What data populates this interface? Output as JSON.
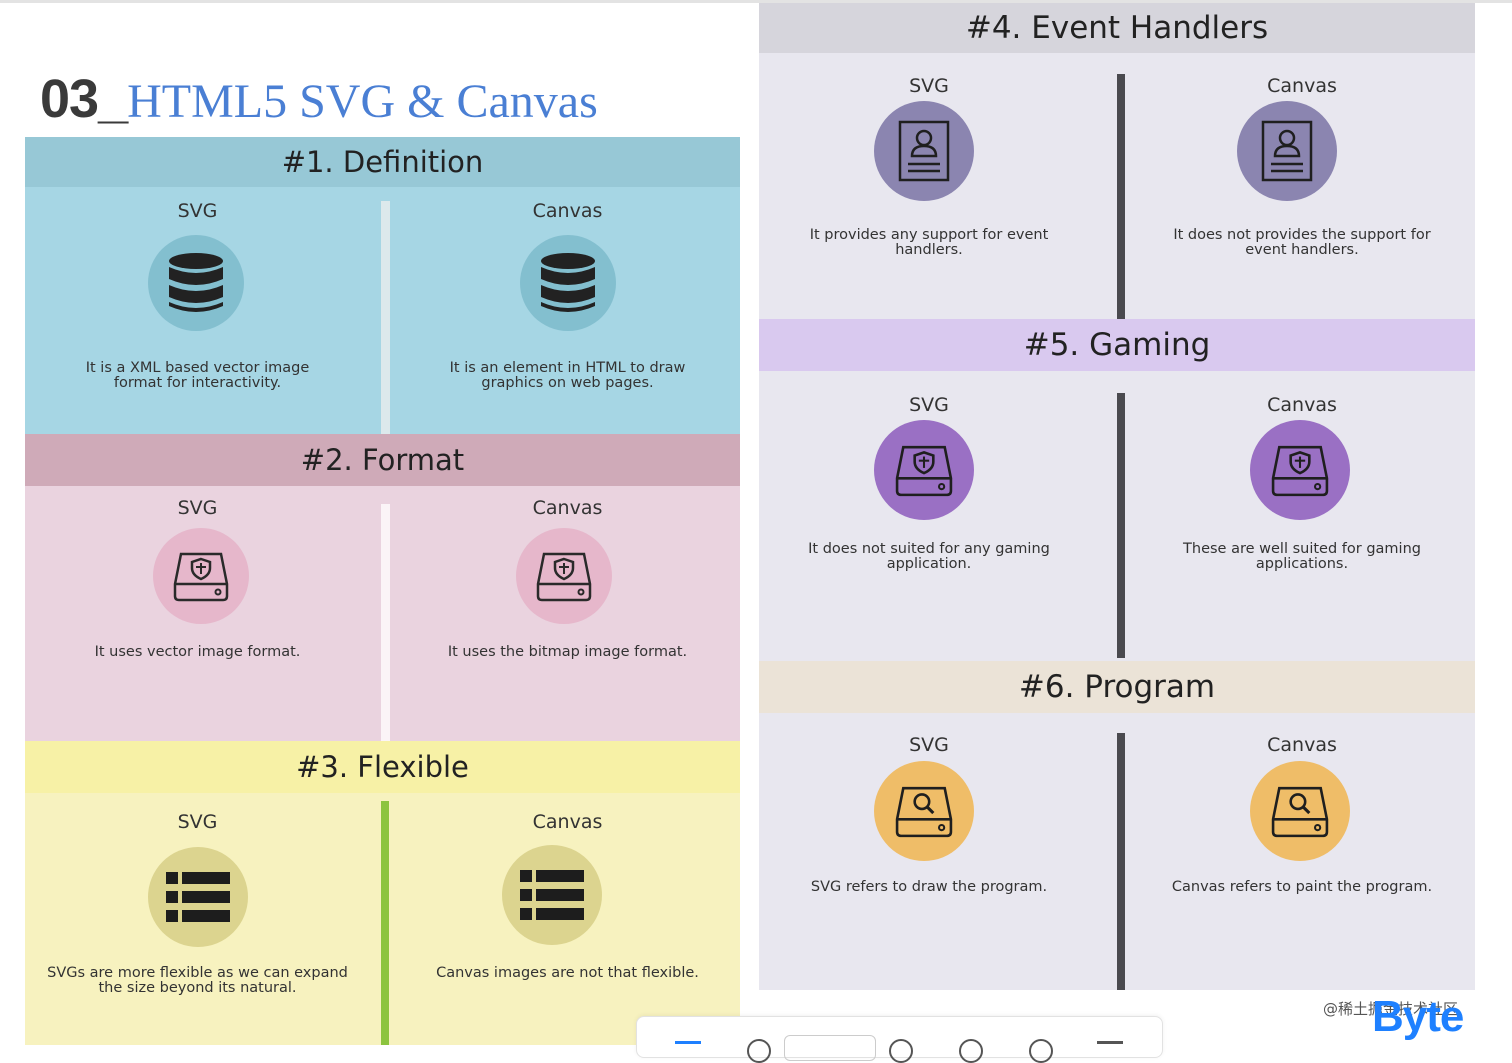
{
  "title": {
    "number": "03_",
    "text": "HTML5 SVG & Canvas"
  },
  "col_labels": {
    "left": "SVG",
    "right": "Canvas"
  },
  "sections": {
    "definition": {
      "heading": "#1. Definition",
      "svg_desc": "It is a XML based vector image format for interactivity.",
      "canvas_desc": "It is an element in HTML to draw graphics on web pages.",
      "icon": "database-icon",
      "bg": "#a6d6e4",
      "head_bg": "#97c8d6",
      "circle": "#83bfcf"
    },
    "format": {
      "heading": "#2. Format",
      "svg_desc": "It uses vector image format.",
      "canvas_desc": "It uses the bitmap image format.",
      "icon": "drive-shield-icon",
      "bg": "#ead3df",
      "head_bg": "#cfaab8",
      "circle": "#e6b7cb"
    },
    "flexible": {
      "heading": "#3. Flexible",
      "svg_desc": "SVGs are more flexible as we can expand the size beyond its natural.",
      "canvas_desc": "Canvas images are not that flexible.",
      "icon": "list-icon",
      "bg": "#f7f2bf",
      "head_bg": "#f7f1a6",
      "circle": "#dcd48f"
    },
    "event_handlers": {
      "heading": "#4. Event Handlers",
      "svg_desc": "It provides any support for event handlers.",
      "canvas_desc": "It does not provides the support for event handlers.",
      "icon": "user-card-icon",
      "bg": "#e8e7ef",
      "head_bg": "#d6d5dc",
      "circle": "#8b85b0"
    },
    "gaming": {
      "heading": "#5. Gaming",
      "svg_desc": "It does not suited for any gaming application.",
      "canvas_desc": "These are well suited for gaming applications.",
      "icon": "drive-shield-icon",
      "bg": "#e8e7ef",
      "head_bg": "#d9c9ef",
      "circle": "#9a70c4"
    },
    "program": {
      "heading": "#6. Program",
      "svg_desc": "SVG refers to draw the program.",
      "canvas_desc": "Canvas refers to paint the program.",
      "icon": "drive-search-icon",
      "bg": "#e8e7ef",
      "head_bg": "#ebe3d7",
      "circle": "#efbd68"
    }
  },
  "watermark": "@稀土掘金技术社区",
  "brand": "Byte",
  "colors": {
    "title_blue": "#4a7fd4",
    "brand_blue": "#1e80ff"
  }
}
